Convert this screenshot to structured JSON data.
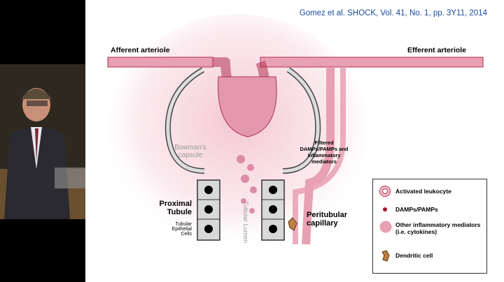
{
  "citation": "Gomez et al. SHOCK, Vol. 41, No. 1, pp. 3Y11, 2014",
  "labels": {
    "afferent": "Afferent arteriole",
    "efferent": "Efferent arteriole",
    "bowmans": "Bowman's capsule",
    "filtered": "Filtered DAMPs/PAMPs and inflammatory mediators",
    "proximal": "Proximal Tubule",
    "epithelial": "Tubular Epithelial Cells",
    "lumen": "Tubular Lumen",
    "peritubular": "Peritubular capillary"
  },
  "legend": [
    {
      "icon": "activated-leukocyte-icon",
      "text": "Activated leukocyte"
    },
    {
      "icon": "damp-pamp-icon",
      "text": "DAMPs/PAMPs"
    },
    {
      "icon": "inflammatory-mediator-icon",
      "text": "Other inflammatory mediators (i.e. cytokines)"
    },
    {
      "icon": "dendritic-cell-icon",
      "text": "Dendritic cell"
    }
  ],
  "colors": {
    "vessel": "#e8a0b4",
    "vessel_dark": "#b0304e",
    "dot": "#a01830",
    "tubule": "#d9d9d9"
  }
}
